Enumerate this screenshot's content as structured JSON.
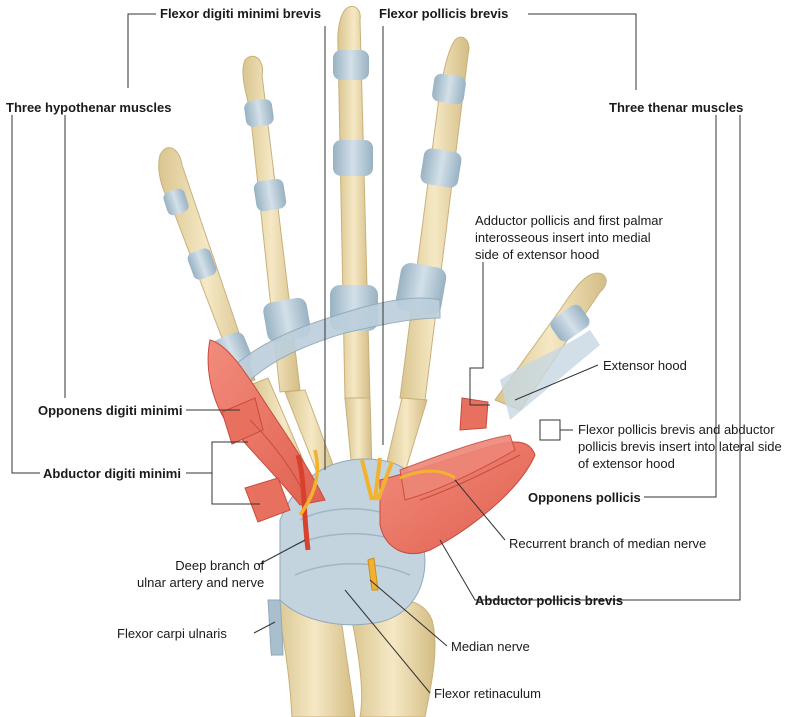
{
  "labels": {
    "flexor_digiti_minimi_brevis": "Flexor digiti minimi brevis",
    "flexor_pollicis_brevis": "Flexor pollicis brevis",
    "three_hypothenar_muscles": "Three hypothenar muscles",
    "three_thenar_muscles": "Three thenar muscles",
    "adductor_insert": [
      "Adductor pollicis and first palmar",
      "interosseous insert into medial",
      "side of extensor hood"
    ],
    "extensor_hood": "Extensor hood",
    "fpb_apb_insert": [
      "Flexor pollicis brevis and abductor",
      "pollicis brevis insert into lateral side",
      "of extensor hood"
    ],
    "opponens_digiti_minimi": "Opponens digiti minimi",
    "abductor_digiti_minimi": "Abductor digiti minimi",
    "opponens_pollicis": "Opponens pollicis",
    "recurrent_branch": "Recurrent branch of median nerve",
    "deep_branch": [
      "Deep branch of",
      "ulnar artery and nerve"
    ],
    "abductor_pollicis_brevis": "Abductor pollicis brevis",
    "flexor_carpi_ulnaris": "Flexor carpi ulnaris",
    "median_nerve": "Median nerve",
    "flexor_retinaculum": "Flexor retinaculum"
  },
  "colors": {
    "bone": "#ecdcb0",
    "bone_edge": "#c9b07a",
    "tendon": "#b9ccd8",
    "tendon_edge": "#8fa9ba",
    "muscle": "#ec7a6b",
    "muscle_dark": "#d9584c",
    "nerve": "#f2b230",
    "artery": "#d9412f",
    "leader": "#333333"
  }
}
